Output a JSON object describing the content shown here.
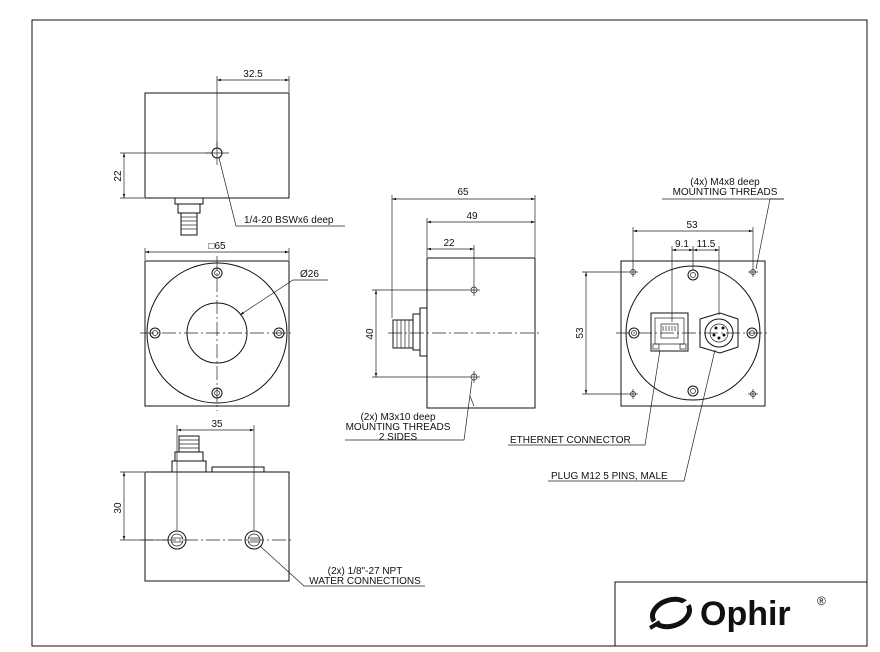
{
  "top_view": {
    "dim_width": "32.5",
    "dim_height": "22",
    "hole_note": "1/4-20 BSWx6 deep"
  },
  "front_view": {
    "dim_square": "□65",
    "dim_aperture": "Ø26"
  },
  "bottom_view": {
    "dim_spacing": "35",
    "dim_height": "30",
    "water_note_line1": "(2x) 1/8\"-27 NPT",
    "water_note_line2": "WATER CONNECTIONS"
  },
  "side_view": {
    "dim_overall": "65",
    "dim_body": "49",
    "dim_hole": "22",
    "dim_height": "40",
    "thread_note_line1": "(2x) M3x10 deep",
    "thread_note_line2": "MOUNTING THREADS",
    "thread_note_line3": "2 SIDES"
  },
  "rear_view": {
    "mount_note_line1": "(4x) M4x8 deep",
    "mount_note_line2": "MOUNTING THREADS",
    "dim_width": "53",
    "dim_a": "9.1",
    "dim_b": "11.5",
    "dim_height": "53",
    "ethernet_label": "ETHERNET CONNECTOR",
    "plug_label": "PLUG M12 5 PINS, MALE"
  },
  "logo": {
    "brand": "Ophir",
    "registered": "®"
  }
}
